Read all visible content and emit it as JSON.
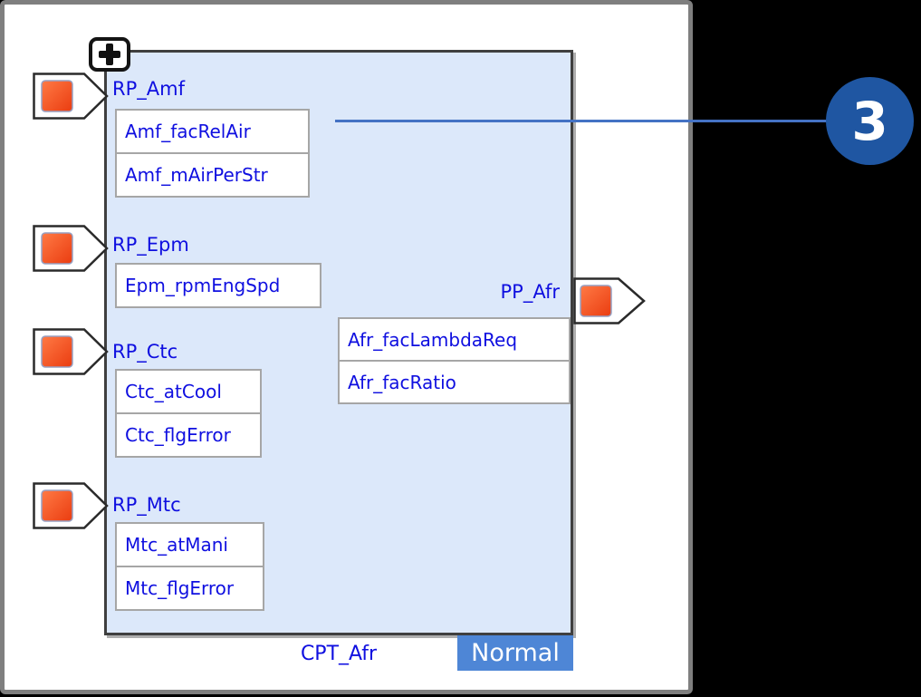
{
  "block": {
    "title": "CPT_Afr",
    "state_badge": "Normal",
    "receive_ports": [
      {
        "label": "RP_Amf",
        "items": [
          "Amf_facRelAir",
          "Amf_mAirPerStr"
        ]
      },
      {
        "label": "RP_Epm",
        "items": [
          "Epm_rpmEngSpd"
        ]
      },
      {
        "label": "RP_Ctc",
        "items": [
          "Ctc_atCool",
          "Ctc_flgError"
        ]
      },
      {
        "label": "RP_Mtc",
        "items": [
          "Mtc_atMani",
          "Mtc_flgError"
        ]
      }
    ],
    "provide_ports": [
      {
        "label": "PP_Afr",
        "items": [
          "Afr_facLambdaReq",
          "Afr_facRatio"
        ]
      }
    ]
  },
  "callout": {
    "number": "3"
  },
  "icons": {
    "expand": "plus-icon",
    "port_marker": "orange-square-icon"
  },
  "colors": {
    "block_fill": "#dce8fa",
    "block_border": "#3f3f3f",
    "text_blue": "#0f0fe0",
    "box_border": "#a6a6a6",
    "badge_blue": "#4e86d6",
    "connector_blue": "#4472c4",
    "callout_blue": "#1f56a2",
    "port_orange": "#f04f24",
    "canvas_border_gray": "#7f7f7f",
    "background": "#000000"
  }
}
